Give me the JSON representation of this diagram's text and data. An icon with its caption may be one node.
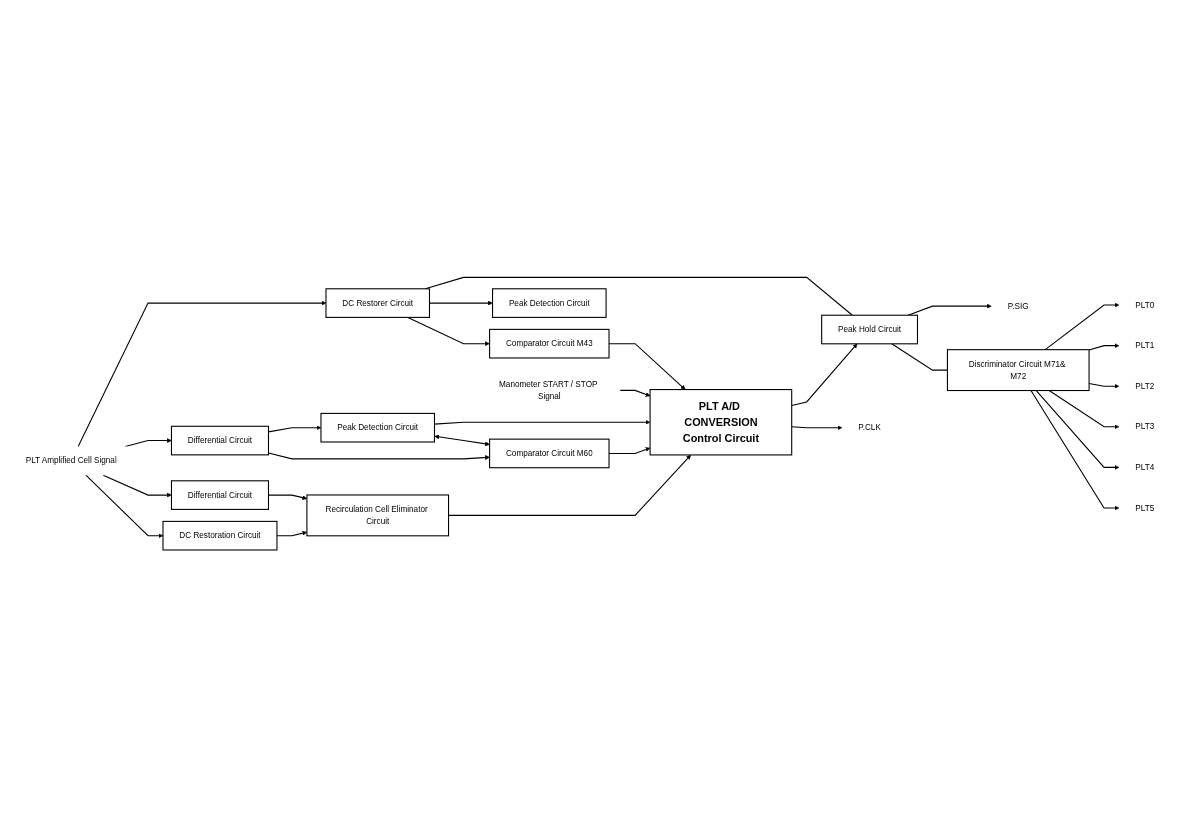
{
  "diagram": {
    "nodes": [
      {
        "text": [
          "PLT Amplified Cell Signal"
        ]
      },
      {
        "text": [
          "DC Restorer Circuit"
        ]
      },
      {
        "text": [
          "Peak Hold Circuit"
        ]
      },
      {
        "text": [
          "P.SIG"
        ]
      },
      {
        "text": [
          "Discriminator Circuit M71& M72"
        ]
      },
      {
        "text": [
          "PLT0"
        ]
      },
      {
        "text": [
          "PLT1"
        ]
      },
      {
        "text": [
          "PLT2"
        ]
      },
      {
        "text": [
          "PLT3"
        ]
      },
      {
        "text": [
          "PLT4"
        ]
      },
      {
        "text": [
          "PLT5"
        ]
      },
      {
        "text": [
          "Peak Detection Circuit"
        ]
      },
      {
        "text": [
          "Comparator Circuit M43"
        ]
      },
      {
        "text": [
          "Differential Circuit"
        ]
      },
      {
        "text": [
          "Peak Detection Circuit"
        ]
      },
      {
        "text": [
          "Comparator Circuit M60"
        ]
      },
      {
        "text": [
          "PLT A/D CONVERSION",
          "Control Circuit"
        ]
      },
      {
        "text": [
          "P.CLK"
        ]
      },
      {
        "text": [
          "Differential Circuit"
        ]
      },
      {
        "text": [
          "Recirculation Cell Eliminator Circuit"
        ]
      },
      {
        "text": [
          "DC Restoration Circuit"
        ]
      },
      {
        "text": [
          "Manometer START / STOP Signal"
        ]
      }
    ],
    "edges": [
      {
        "from": 0,
        "to": 1,
        "arrow": "to"
      },
      {
        "from": 0,
        "to": 13,
        "arrow": "to"
      },
      {
        "from": 0,
        "to": 18,
        "arrow": "to"
      },
      {
        "from": 0,
        "to": 20,
        "arrow": "to"
      },
      {
        "from": 1,
        "to": 2,
        "arrow": "none"
      },
      {
        "from": 1,
        "to": 11,
        "arrow": "to"
      },
      {
        "from": 1,
        "to": 12,
        "arrow": "to"
      },
      {
        "from": 2,
        "to": 3,
        "arrow": "to"
      },
      {
        "from": 2,
        "to": 4,
        "arrow": "none"
      },
      {
        "from": 4,
        "to": 5,
        "arrow": "to"
      },
      {
        "from": 4,
        "to": 6,
        "arrow": "to"
      },
      {
        "from": 4,
        "to": 7,
        "arrow": "to"
      },
      {
        "from": 4,
        "to": 8,
        "arrow": "to"
      },
      {
        "from": 4,
        "to": 9,
        "arrow": "to"
      },
      {
        "from": 4,
        "to": 10,
        "arrow": "to"
      },
      {
        "from": 12,
        "to": 16,
        "arrow": "to"
      },
      {
        "from": 13,
        "to": 14,
        "arrow": "to"
      },
      {
        "from": 13,
        "to": 15,
        "arrow": "to"
      },
      {
        "from": 14,
        "to": 16,
        "arrow": "to"
      },
      {
        "from": 14,
        "to": 15,
        "arrow": "both"
      },
      {
        "from": 15,
        "to": 16,
        "arrow": "to"
      },
      {
        "from": 16,
        "to": 2,
        "arrow": "to"
      },
      {
        "from": 16,
        "to": 17,
        "arrow": "to"
      },
      {
        "from": 18,
        "to": 19,
        "arrow": "to"
      },
      {
        "from": 19,
        "to": 16,
        "arrow": "to"
      },
      {
        "from": 20,
        "to": 19,
        "arrow": "to"
      },
      {
        "from": 21,
        "to": 16,
        "arrow": "to"
      }
    ]
  }
}
